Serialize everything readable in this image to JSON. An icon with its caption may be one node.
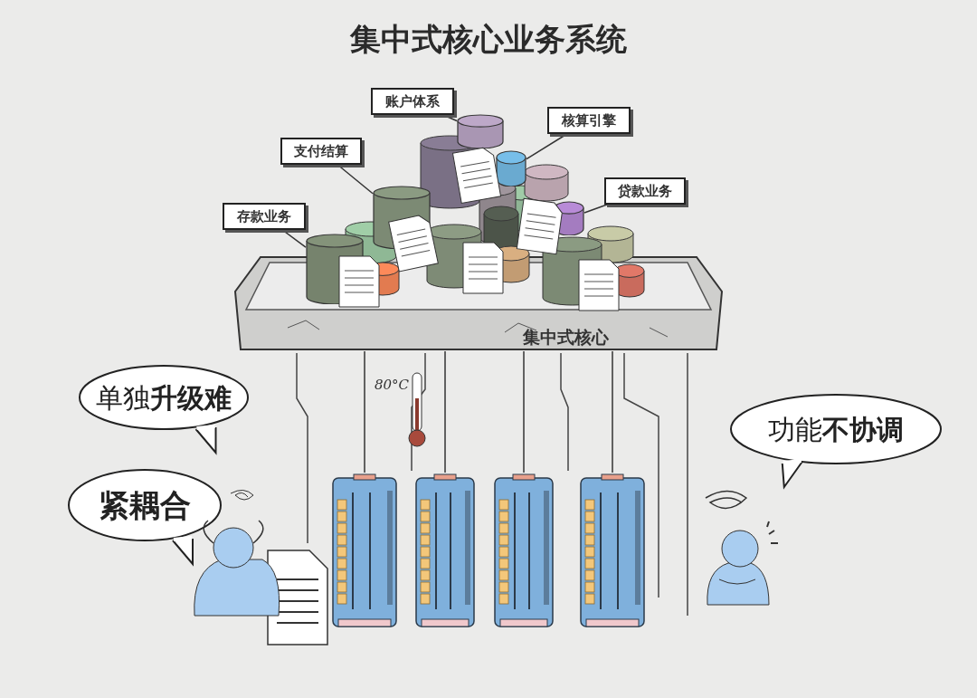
{
  "diagram": {
    "title": "集中式核心业务系统",
    "nodes": [
      {
        "text": [
          "账户体系"
        ]
      },
      {
        "text": [
          "核算引擎"
        ]
      },
      {
        "text": [
          "支付结算"
        ]
      },
      {
        "text": [
          "贷款业务"
        ]
      },
      {
        "text": [
          "存款业务"
        ]
      },
      {
        "text": [
          "集中式核心"
        ]
      },
      {
        "text": [],
        "shape": "cylinder"
      },
      {
        "text": [],
        "shape": "cylinder"
      },
      {
        "text": [],
        "shape": "cylinder"
      },
      {
        "text": [],
        "shape": "cylinder"
      },
      {
        "text": [],
        "shape": "cylinder"
      },
      {
        "text": [],
        "shape": "picture"
      },
      {
        "text": [],
        "shape": "picture"
      },
      {
        "text": [],
        "shape": "picture"
      },
      {
        "text": [],
        "shape": "picture"
      },
      {
        "text": [
          "单独**升级难**"
        ]
      },
      {
        "text": [
          "紧耦合"
        ]
      },
      {
        "text": [
          "功能**不协调**"
        ]
      }
    ],
    "edges": [
      {
        "from": 0,
        "to": 6,
        "arrow": "none"
      },
      {
        "from": 1,
        "to": 7,
        "arrow": "none"
      },
      {
        "from": 2,
        "to": 8,
        "arrow": "none"
      },
      {
        "from": 3,
        "to": 9,
        "arrow": "none"
      },
      {
        "from": 4,
        "to": 10,
        "arrow": "none"
      },
      {
        "from": 5,
        "to": 11,
        "arrow": "none"
      },
      {
        "from": 5,
        "to": 12,
        "arrow": "none"
      },
      {
        "from": 5,
        "to": 13,
        "arrow": "none"
      },
      {
        "from": 5,
        "to": 14,
        "arrow": "none"
      }
    ],
    "labels": [
      "80°C"
    ]
  }
}
